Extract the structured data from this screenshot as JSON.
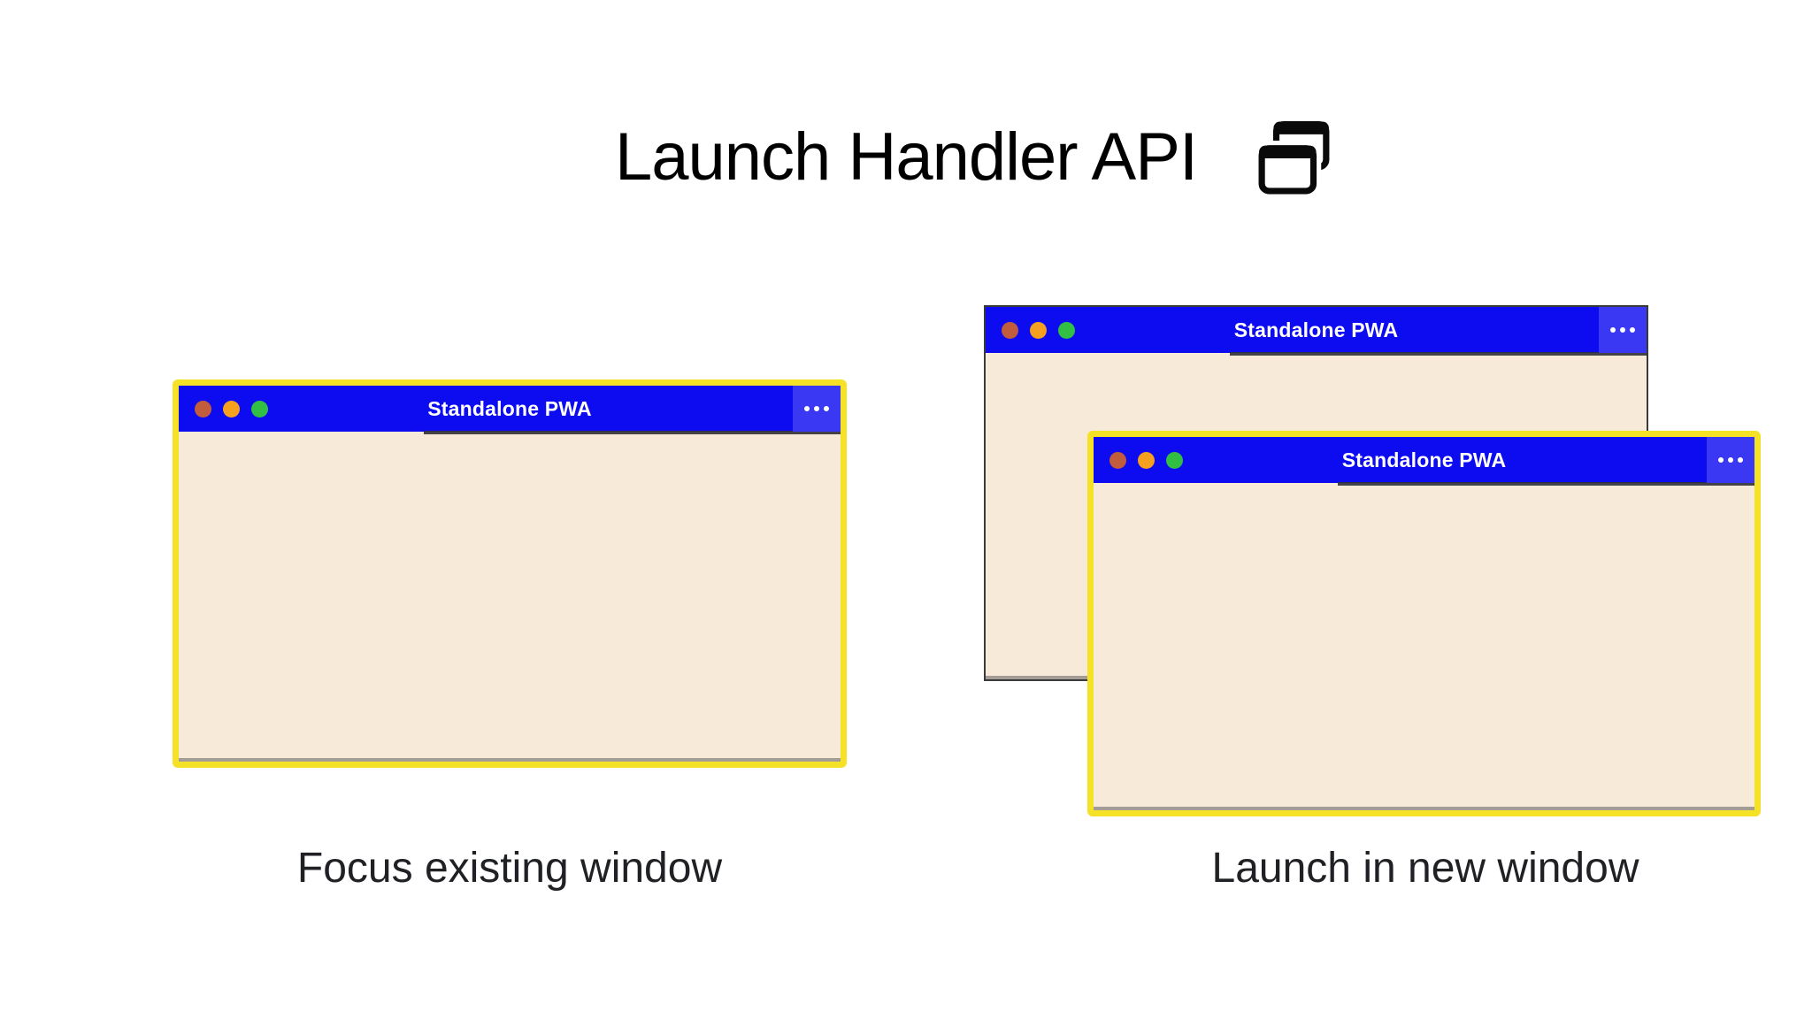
{
  "title": {
    "text": "Launch Handler API",
    "icon": "overlapping-windows-icon"
  },
  "windows": [
    {
      "id": "existing-focused",
      "title": "Standalone PWA",
      "highlighted": true
    },
    {
      "id": "background-existing",
      "title": "Standalone PWA",
      "highlighted": false
    },
    {
      "id": "new-window-focused",
      "title": "Standalone PWA",
      "highlighted": true
    }
  ],
  "captions": [
    {
      "text": "Focus existing window"
    },
    {
      "text": "Launch in new window"
    }
  ],
  "window_chrome": {
    "menu_icon": "ellipsis-icon",
    "traffic_lights": [
      {
        "name": "close",
        "color": "#c15c3c"
      },
      {
        "name": "minimize",
        "color": "#f5a01f"
      },
      {
        "name": "maximize",
        "color": "#31bf44"
      }
    ]
  },
  "colors": {
    "titlebar_blue": "#0d0cf1",
    "menu_blue": "#3b38f4",
    "body_cream": "#f8ead8",
    "highlight_yellow": "#f5e126",
    "window_border_dark": "#3a3a3a",
    "body_bottom_gray": "#a39d95",
    "window_title_text": "#ffffff",
    "page_title_text": "#000000",
    "caption_text": "#202124"
  }
}
